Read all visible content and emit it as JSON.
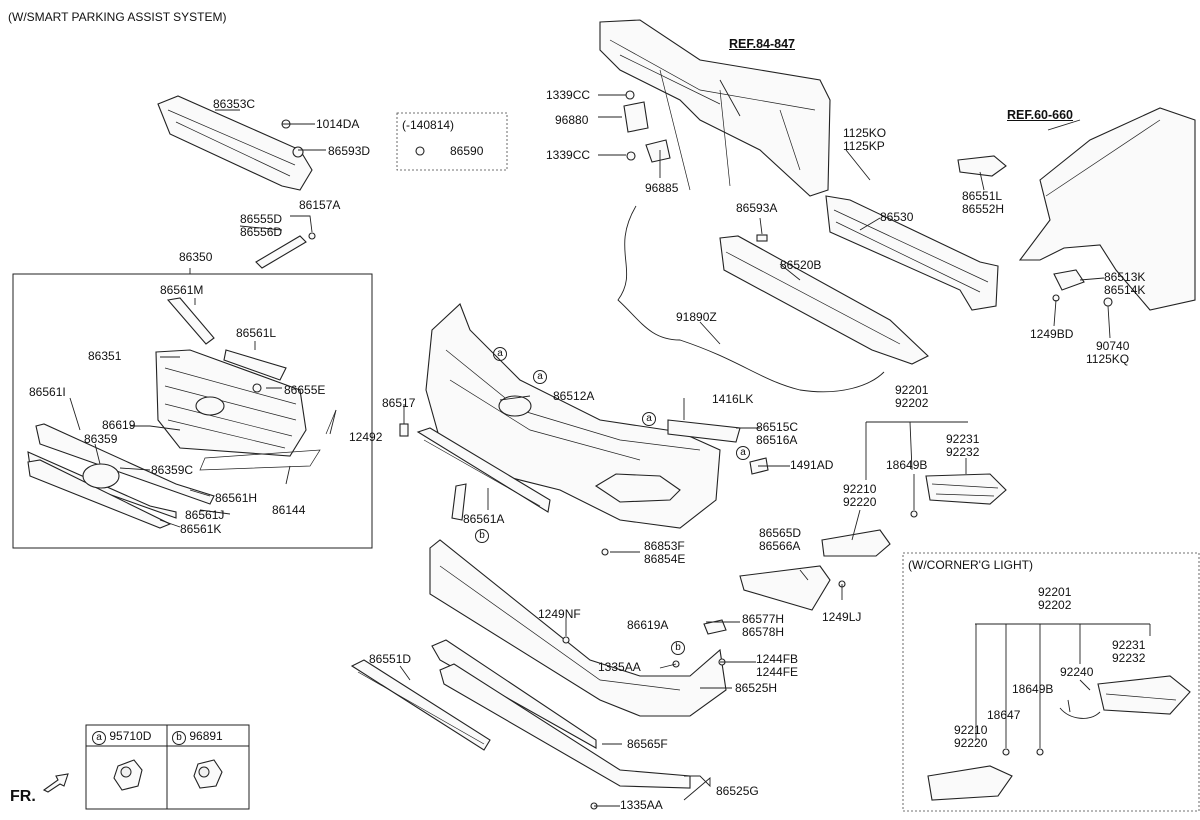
{
  "header": {
    "title": "(W/SMART PARKING ASSIST SYSTEM)"
  },
  "corner_box": {
    "title": "(W/CORNER'G LIGHT)"
  },
  "date_box": {
    "title": "(-140814)",
    "part": "86590"
  },
  "fr_label": "FR.",
  "refs": {
    "ref1": "REF.84-847",
    "ref2": "REF.60-660"
  },
  "legend": {
    "a_symbol": "a",
    "a_part": "95710D",
    "b_symbol": "b",
    "b_part": "96891"
  },
  "callouts": {
    "a": "a",
    "b": "b"
  },
  "labels": {
    "p86353C": "86353C",
    "p1014DA": "1014DA",
    "p86593D": "86593D",
    "p86555D": "86555D",
    "p86556D": "86556D",
    "p86157A": "86157A",
    "p86350": "86350",
    "p86561M": "86561M",
    "p86561L": "86561L",
    "p86351": "86351",
    "p86655E": "86655E",
    "p86561I": "86561I",
    "p86619": "86619",
    "p86359": "86359",
    "p12492": "12492",
    "p86359C": "86359C",
    "p86561H": "86561H",
    "p86144": "86144",
    "p86561J": "86561J",
    "p86561K": "86561K",
    "p1339CC_a": "1339CC",
    "p96880": "96880",
    "p1339CC_b": "1339CC",
    "p96885": "96885",
    "p1125KO": "1125KO",
    "p1125KP": "1125KP",
    "p86593A": "86593A",
    "p86530": "86530",
    "p86520B": "86520B",
    "p91890Z": "91890Z",
    "p86551L": "86551L",
    "p86552H": "86552H",
    "p86513K": "86513K",
    "p86514K": "86514K",
    "p1249BD": "1249BD",
    "p90740": "90740",
    "p1125KQ": "1125KQ",
    "p86517": "86517",
    "p86512A": "86512A",
    "p1416LK": "1416LK",
    "p86515C": "86515C",
    "p86516A": "86516A",
    "p1491AD": "1491AD",
    "p92201_a": "92201",
    "p92202_a": "92202",
    "p92231_a": "92231",
    "p92232_a": "92232",
    "p18649B_a": "18649B",
    "p92210_a": "92210",
    "p92220_a": "92220",
    "p86565D": "86565D",
    "p86566A": "86566A",
    "p1249LJ": "1249LJ",
    "p86561A": "86561A",
    "p86853F": "86853F",
    "p86854E": "86854E",
    "p1249NF": "1249NF",
    "p86619A": "86619A",
    "p86577H": "86577H",
    "p86578H": "86578H",
    "p1335AA_a": "1335AA",
    "p1244FB": "1244FB",
    "p1244FE": "1244FE",
    "p86525H": "86525H",
    "p86551D": "86551D",
    "p86565F": "86565F",
    "p86525G": "86525G",
    "p1335AA_b": "1335AA",
    "p92201_b": "92201",
    "p92202_b": "92202",
    "p92231_b": "92231",
    "p92232_b": "92232",
    "p92240": "92240",
    "p18649B_b": "18649B",
    "p18647": "18647",
    "p92210_b": "92210",
    "p92220_b": "92220"
  }
}
